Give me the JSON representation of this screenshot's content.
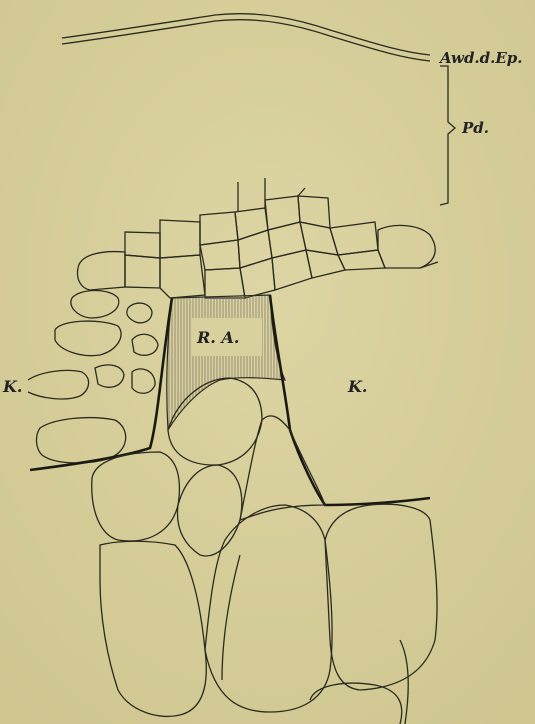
{
  "labels": {
    "epidermis_label": "Awd.d.Ep.",
    "periderm_label": "Pd.",
    "cortex_left_label": "K.",
    "cortex_right_label": "K.",
    "ray_label": "R. A."
  },
  "colors": {
    "paper": "#d9d19d",
    "ink": "#2a2a20",
    "hatch": "#7d7868"
  }
}
